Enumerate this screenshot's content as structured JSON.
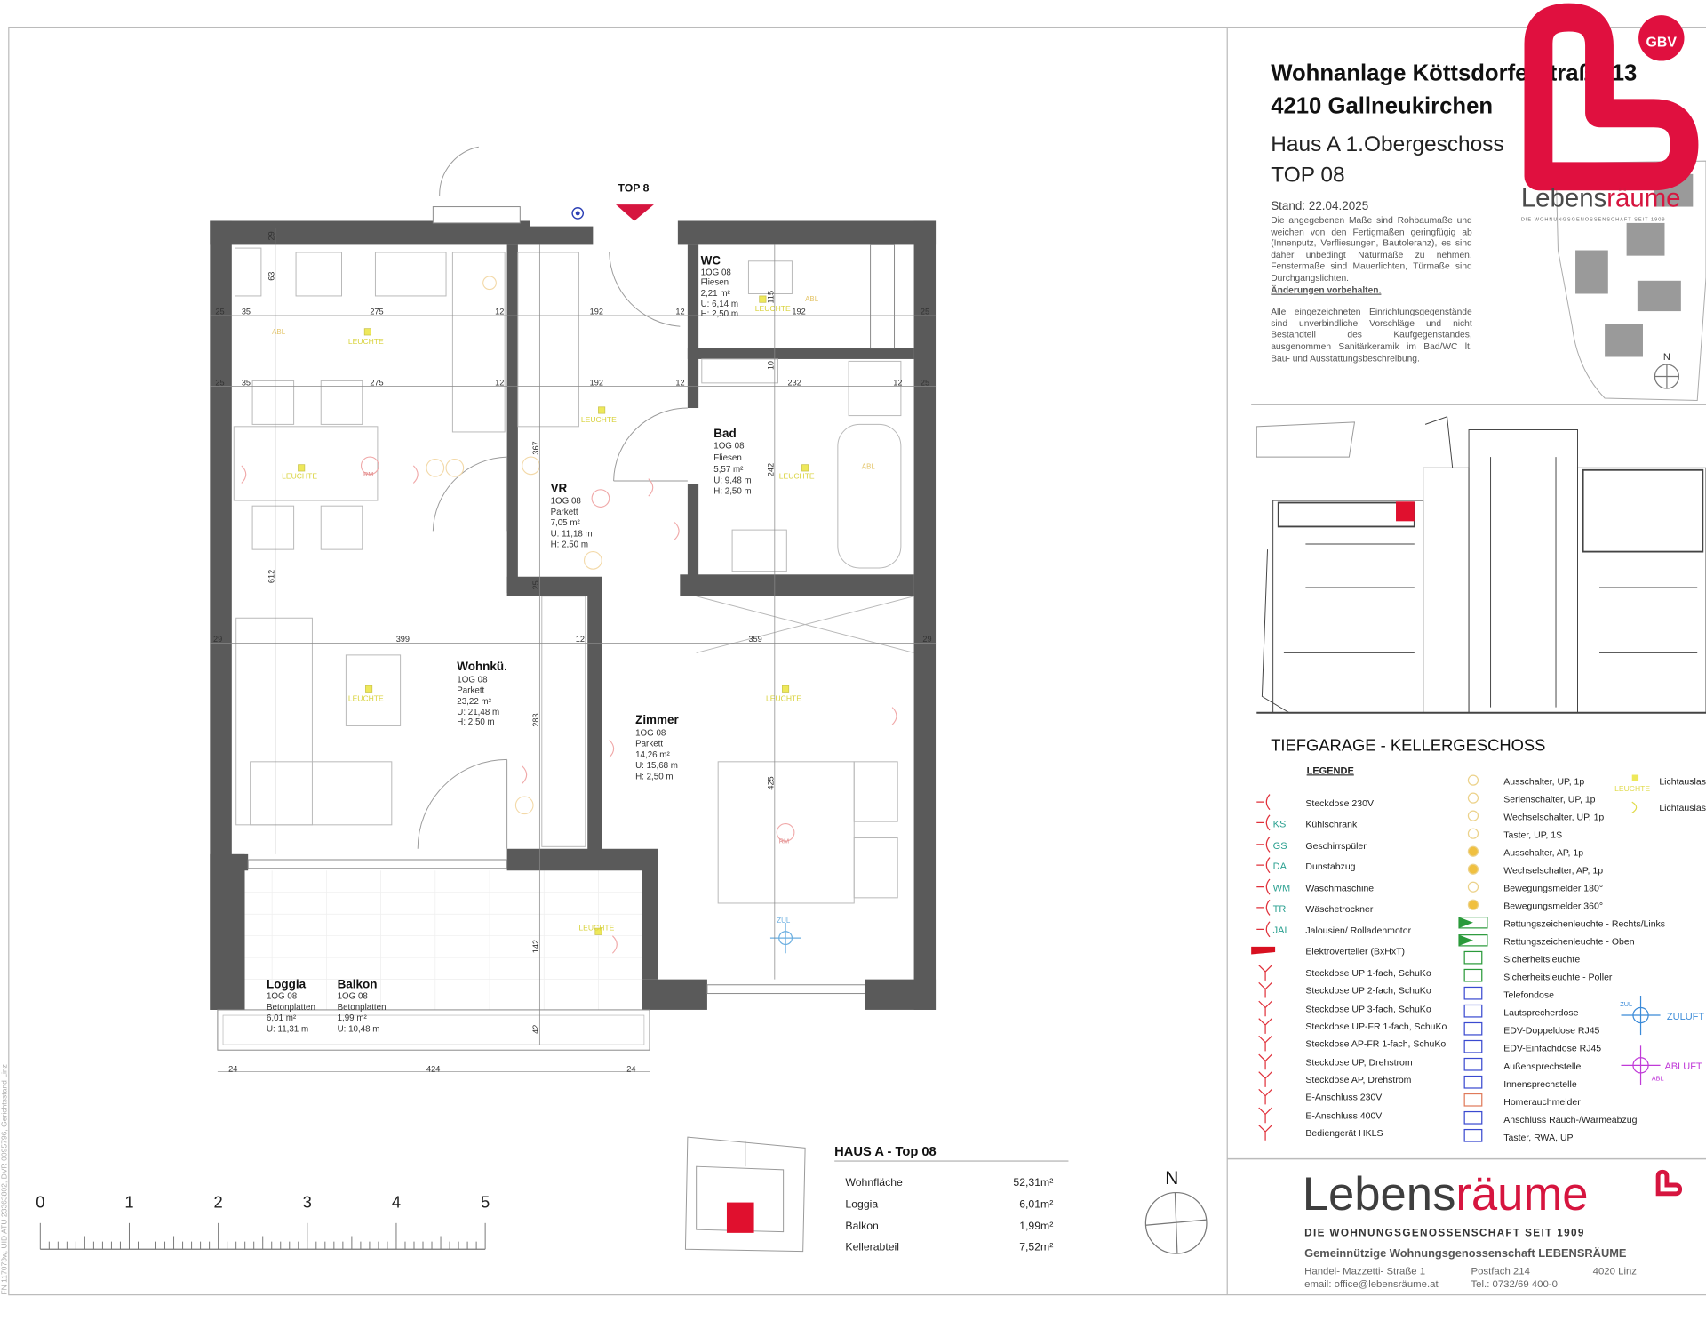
{
  "header": {
    "title_line1": "Wohnanlage Köttsdorferstraße 13",
    "title_line2": "4210 Gallneukirchen",
    "subtitle": "Haus A  1.Obergeschoss",
    "unit": "TOP 08",
    "stand": "Stand: 22.04.2025",
    "disclaimer1": "Die angegebenen Maße sind Rohbaumaße und weichen von den Fertigmaßen geringfügig ab (Innenputz, Verfliesungen, Bautoleranz), es sind daher unbedingt Naturmaße zu nehmen. Fenstermaße sind Mauerlichten, Türmaße sind Durchgangslichten.",
    "disclaimer_changes": "Änderungen vorbehalten.",
    "disclaimer2": "Alle eingezeichneten Einrichtungsgegenstände sind unverbindliche Vorschläge und nicht Bestandteil des Kaufgegenstandes, ausgenommen Sanitärkeramik im Bad/WC lt. Bau- und Ausstattungsbeschreibung.",
    "site_north": "N"
  },
  "logo_top": {
    "part1": "Lebens",
    "part2": "räume",
    "tagline": "DIE WOHNUNGSGENOSSENSCHAFT SEIT 1909",
    "badge": "GBV"
  },
  "colors": {
    "brand_red": "#d6153f",
    "wall": "#5a5a5a",
    "light": "#d8d23a"
  },
  "plan": {
    "entry_label": "TOP 8",
    "rooms": {
      "wc": {
        "name": "WC",
        "unit": "1OG 08",
        "floor": "Fliesen",
        "area": "2,21 m²",
        "u": "U: 6,14 m",
        "h": "H: 2,50 m"
      },
      "bad": {
        "name": "Bad",
        "unit": "1OG 08",
        "floor": "Fliesen",
        "area": "5,57 m²",
        "u": "U: 9,48 m",
        "h": "H: 2,50 m"
      },
      "vr": {
        "name": "VR",
        "unit": "1OG 08",
        "floor": "Parkett",
        "area": "7,05 m²",
        "u": "U: 11,18 m",
        "h": "H: 2,50 m"
      },
      "wohn": {
        "name": "Wohnkü.",
        "unit": "1OG 08",
        "floor": "Parkett",
        "area": "23,22 m²",
        "u": "U: 21,48 m",
        "h": "H: 2,50 m"
      },
      "zimmer": {
        "name": "Zimmer",
        "unit": "1OG 08",
        "floor": "Parkett",
        "area": "14,26 m²",
        "u": "U: 15,68 m",
        "h": "H: 2,50 m"
      },
      "loggia": {
        "name": "Loggia",
        "unit": "1OG 08",
        "floor": "Betonplatten",
        "area": "6,01 m²",
        "u": "U: 11,31 m"
      },
      "balkon": {
        "name": "Balkon",
        "unit": "1OG 08",
        "floor": "Betonplatten",
        "area": "1,99 m²",
        "u": "U: 10,48 m"
      }
    },
    "light_label": "LEUCHTE",
    "abl": "ABL",
    "zul": "ZUL",
    "rm": "RM",
    "dims_row1": [
      "25",
      "35",
      "275",
      "12",
      "192",
      "12",
      "192",
      "25"
    ],
    "dims_row2": [
      "25",
      "35",
      "275",
      "12",
      "192",
      "12",
      "232",
      "12",
      "25"
    ],
    "dims_row3": [
      "29",
      "399",
      "12",
      "359",
      "29"
    ],
    "dims_bottom": [
      "24",
      "424",
      "24"
    ],
    "dims_vertical": [
      "29",
      "63",
      "612",
      "367",
      "115",
      "10",
      "242",
      "25",
      "283",
      "425",
      "142",
      "42"
    ]
  },
  "scale": {
    "labels": [
      "0",
      "1",
      "2",
      "3",
      "4",
      "5"
    ]
  },
  "summary": {
    "title": "HAUS A - Top 08",
    "rows": [
      {
        "label": "Wohnfläche",
        "value": "52,31m²"
      },
      {
        "label": "Loggia",
        "value": "6,01m²"
      },
      {
        "label": "Balkon",
        "value": "1,99m²"
      },
      {
        "label": "Kellerabteil",
        "value": "7,52m²"
      }
    ]
  },
  "compass": {
    "north": "N"
  },
  "garage": {
    "title": "TIEFGARAGE - KELLERGESCHOSS"
  },
  "legend": {
    "title": "LEGENDE",
    "col1": [
      {
        "code": "",
        "label": "Steckdose 230V"
      },
      {
        "code": "KS",
        "label": "Kühlschrank"
      },
      {
        "code": "GS",
        "label": "Geschirrspüler"
      },
      {
        "code": "DA",
        "label": "Dunstabzug"
      },
      {
        "code": "WM",
        "label": "Waschmaschine"
      },
      {
        "code": "TR",
        "label": "Wäschetrockner"
      },
      {
        "code": "JAL",
        "label": "Jalousien/ Rolladenmotor"
      },
      {
        "code": "",
        "label": "Elektroverteiler (BxHxT)"
      },
      {
        "code": "",
        "label": "Steckdose UP 1-fach, SchuKo"
      },
      {
        "code": "",
        "label": "Steckdose UP 2-fach, SchuKo"
      },
      {
        "code": "",
        "label": "Steckdose UP 3-fach, SchuKo"
      },
      {
        "code": "",
        "label": "Steckdose UP-FR 1-fach, SchuKo"
      },
      {
        "code": "",
        "label": "Steckdose AP-FR 1-fach, SchuKo"
      },
      {
        "code": "",
        "label": "Steckdose UP, Drehstrom"
      },
      {
        "code": "",
        "label": "Steckdose AP, Drehstrom"
      },
      {
        "code": "",
        "label": "E-Anschluss 230V"
      },
      {
        "code": "",
        "label": "E-Anschluss 400V"
      },
      {
        "code": "",
        "label": "Bediengerät HKLS"
      }
    ],
    "col2": [
      "Ausschalter, UP, 1p",
      "Serienschalter, UP, 1p",
      "Wechselschalter, UP, 1p",
      "Taster, UP, 1S",
      "Ausschalter, AP, 1p",
      "Wechselschalter, AP, 1p",
      "Bewegungsmelder 180°",
      "Bewegungsmelder 360°",
      "Rettungszeichenleuchte - Rechts/Links",
      "Rettungszeichenleuchte - Oben",
      "Sicherheitsleuchte",
      "Sicherheitsleuchte - Poller",
      "Telefondose",
      "Lautsprecherdose",
      "EDV-Doppeldose RJ45",
      "EDV-Einfachdose RJ45",
      "Außensprechstelle",
      "Innensprechstelle",
      "Homerauchmelder",
      "Anschluss Rauch-/Wärmeabzug",
      "Taster, RWA, UP"
    ],
    "col3": {
      "light1": "Lichtauslass",
      "light2": "Lichtauslass",
      "zuluft": "ZULUFT",
      "abluft": "ABLUFT",
      "zul": "ZUL",
      "abl": "ABL",
      "leuchte": "LEUCHTE"
    }
  },
  "footer": {
    "brand1": "Lebens",
    "brand2": "räume",
    "tagline": "DIE WOHNUNGSGENOSSENSCHAFT SEIT 1909",
    "company": "Gemeinnützige Wohnungsgenossenschaft LEBENSRÄUME",
    "address": "Handel- Mazzetti- Straße  1",
    "email": "email: office@lebensräume.at",
    "postfach": "Postfach 214",
    "tel": "Tel.:  0732/69  400-0",
    "city": "4020 Linz"
  },
  "side_note": "FN 117073w, UID ATU 23363802, DVR 0095796, Gerichtsstand Linz"
}
